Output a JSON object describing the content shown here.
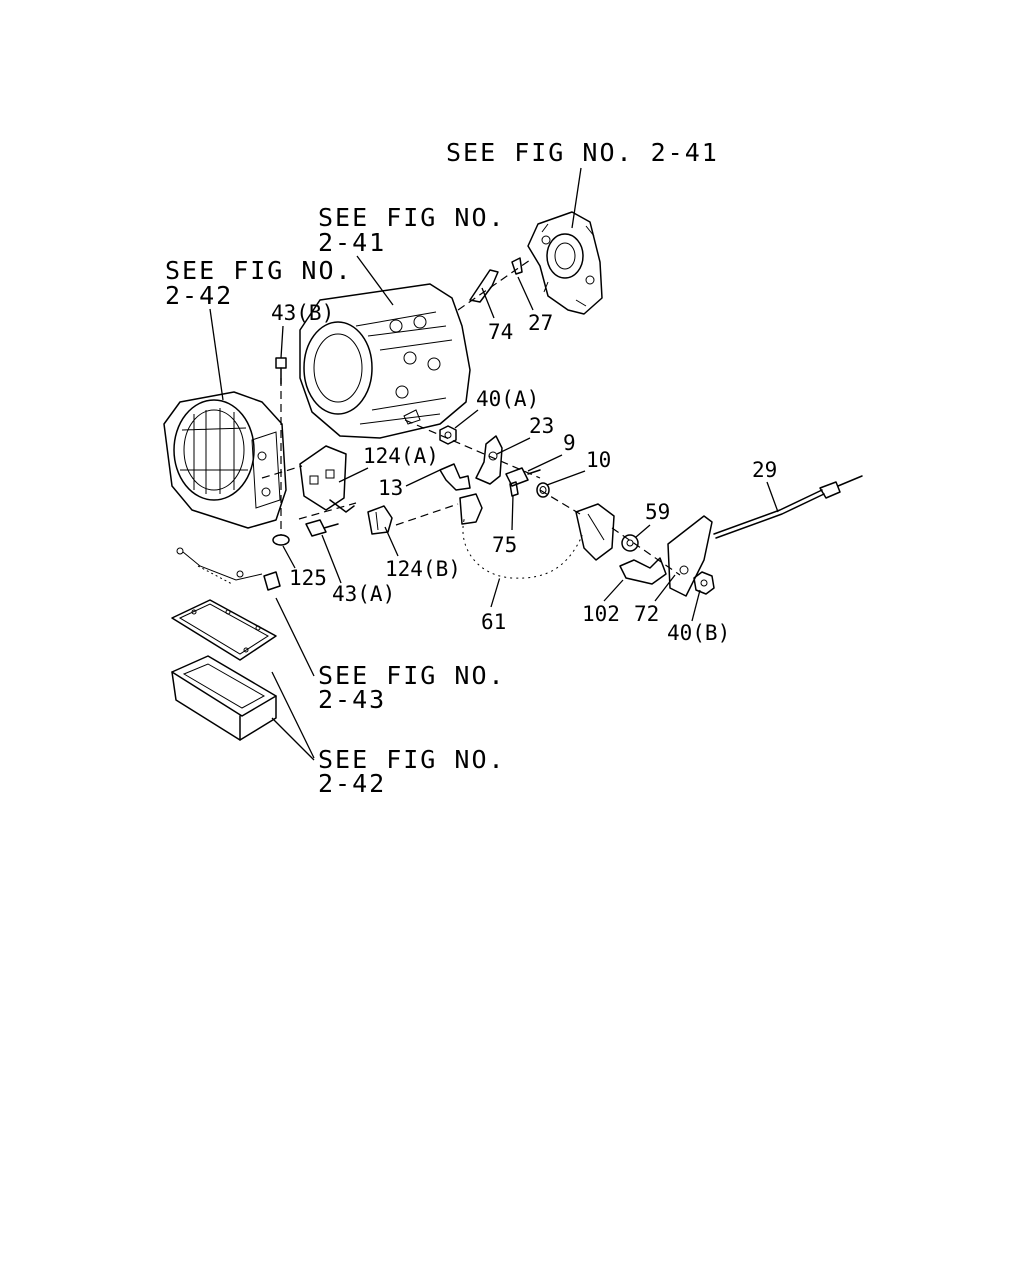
{
  "references": {
    "fig_2_41_top": "SEE FIG NO. 2-41",
    "fig_2_41_mid_line1": "SEE FIG NO.",
    "fig_2_41_mid_line2": "2-41",
    "fig_2_42_left_line1": "SEE FIG NO.",
    "fig_2_42_left_line2": "2-42",
    "fig_2_43_line1": "SEE FIG NO.",
    "fig_2_43_line2": "2-43",
    "fig_2_42_bottom_line1": "SEE FIG NO.",
    "fig_2_42_bottom_line2": "2-42"
  },
  "callouts": {
    "p74": "74",
    "p27": "27",
    "p43b": "43(B)",
    "p40a": "40(A)",
    "p23": "23",
    "p9": "9",
    "p10": "10",
    "p124a": "124(A)",
    "p13": "13",
    "p29": "29",
    "p59": "59",
    "p75": "75",
    "p124b": "124(B)",
    "p125": "125",
    "p43a": "43(A)",
    "p61": "61",
    "p102": "102",
    "p72": "72",
    "p40b": "40(B)"
  }
}
